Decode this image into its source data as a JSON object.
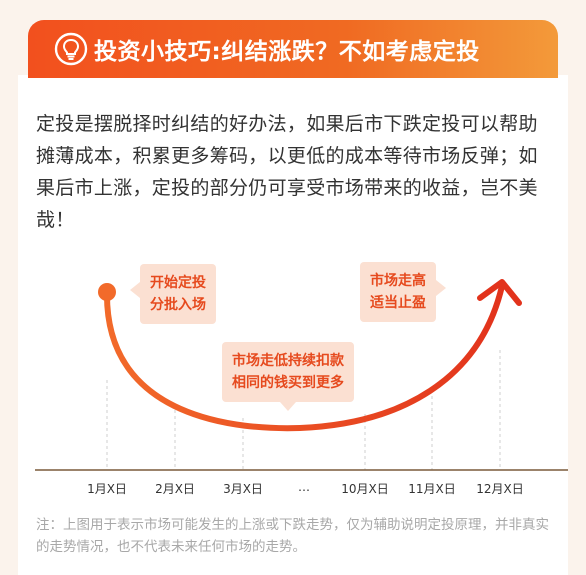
{
  "banner": {
    "icon": "lightbulb-icon",
    "title": "投资小技巧:纠结涨跌？不如考虑定投",
    "gradient": [
      "#f2501e",
      "#f39a3a"
    ]
  },
  "intro": "定投是摆脱择时纠结的好办法，如果后市下跌定投可以帮助摊薄成本，积累更多筹码，以更低的成本等待市场反弹；如果后市上涨，定投的部分仍可享受市场带来的收益，岂不美哉！",
  "callouts": {
    "start": [
      "开始定投",
      "分批入场"
    ],
    "middle": [
      "市场走低持续扣款",
      "相同的钱买到更多"
    ],
    "end": [
      "市场走高",
      "适当止盈"
    ]
  },
  "axis": {
    "labels": [
      "1月X日",
      "2月X日",
      "3月X日",
      "…",
      "10月X日",
      "11月X日",
      "12月X日"
    ]
  },
  "colors": {
    "curve_start": "#f26a2a",
    "curve_end": "#e2331c",
    "bubble_bg": "#fbe0d2",
    "bubble_text": "#e64a1e"
  },
  "note": "注：上图用于表示市场可能发生的上涨或下跌走势，仅为辅助说明定投原理，并非真实的走势情况，也不代表未来任何市场的走势。"
}
